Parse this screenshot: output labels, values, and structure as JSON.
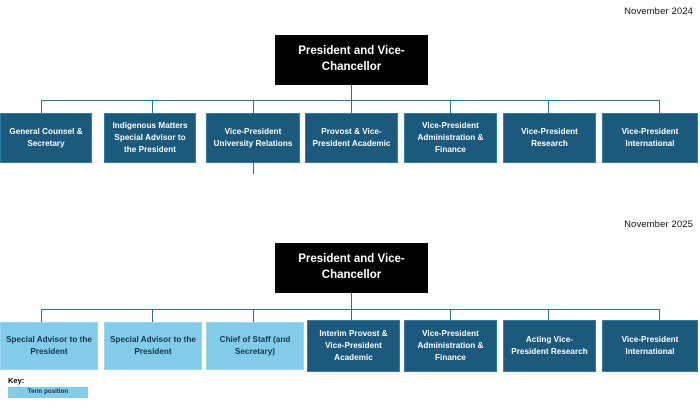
{
  "chart_data": {
    "type": "diagram",
    "title": "University Executive Organizational Chart",
    "sections": [
      {
        "date_label": "November 2024",
        "root": {
          "label": "President and Vice-Chancellor"
        },
        "children": [
          {
            "label": "General Counsel & Secretary",
            "style": "permanent"
          },
          {
            "label": "Indigenous Matters Special Advisor to the President",
            "style": "permanent"
          },
          {
            "label": "Vice-President University Relations",
            "style": "permanent"
          },
          {
            "label": "Provost & Vice-President Academic",
            "style": "permanent"
          },
          {
            "label": "Vice-President Administration & Finance",
            "style": "permanent"
          },
          {
            "label": "Vice-President Research",
            "style": "permanent"
          },
          {
            "label": "Vice-President International",
            "style": "permanent"
          }
        ]
      },
      {
        "date_label": "November 2025",
        "root": {
          "label": "President and Vice-Chancellor"
        },
        "children": [
          {
            "label": "Special Advisor to the President",
            "style": "term"
          },
          {
            "label": "Special Advisor to the President",
            "style": "term"
          },
          {
            "label": "Chief of Staff (and Secretary)",
            "style": "term"
          },
          {
            "label": "Interim Provost & Vice-President Academic",
            "style": "permanent"
          },
          {
            "label": "Vice-President Administration & Finance",
            "style": "permanent"
          },
          {
            "label": "Acting Vice-President Research",
            "style": "permanent"
          },
          {
            "label": "Vice-President International",
            "style": "permanent"
          }
        ]
      }
    ]
  },
  "section2024": {
    "date_label": "November 2024",
    "root_label": "President and Vice-Chancellor",
    "boxes": [
      {
        "label": "General Counsel & Secretary"
      },
      {
        "label": "Indigenous Matters Special Advisor to the President"
      },
      {
        "label": "Vice-President University Relations"
      },
      {
        "label": "Provost & Vice-President Academic"
      },
      {
        "label": "Vice-President Administration & Finance"
      },
      {
        "label": "Vice-President Research"
      },
      {
        "label": "Vice-President International"
      }
    ]
  },
  "section2025": {
    "date_label": "November 2025",
    "root_label": "President and Vice-Chancellor",
    "boxes": [
      {
        "label": "Special Advisor to the President"
      },
      {
        "label": "Special Advisor to the President"
      },
      {
        "label": "Chief of Staff (and Secretary)"
      },
      {
        "label": "Interim Provost & Vice-President Academic"
      },
      {
        "label": "Vice-President Administration & Finance"
      },
      {
        "label": "Acting Vice-President Research"
      },
      {
        "label": "Vice-President International"
      }
    ]
  },
  "legend": {
    "title": "Key:",
    "term_label": "Term position"
  },
  "colors": {
    "root_fill": "#000000",
    "permanent_fill": "#1b5a7d",
    "term_fill": "#82ccea",
    "connector": "#2f6f92",
    "background": "#ffffff"
  }
}
